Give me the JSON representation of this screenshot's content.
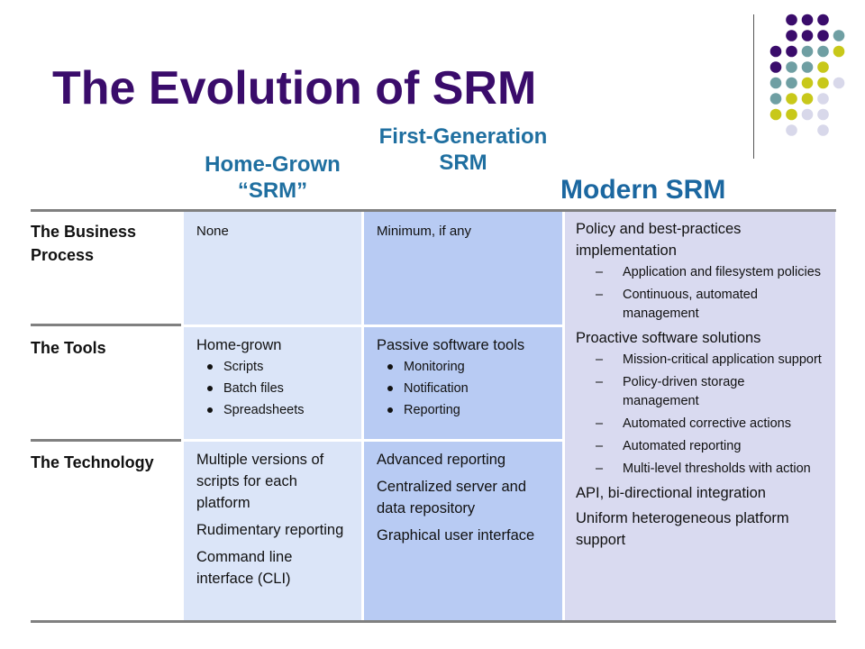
{
  "title": "The Evolution of SRM",
  "columns": {
    "home": "Home-Grown “SRM”",
    "first": "First-Generation SRM",
    "modern": "Modern SRM"
  },
  "rows": {
    "business": "The Business Process",
    "tools": "The Tools",
    "technology": "The Technology"
  },
  "cells": {
    "business_home": "None",
    "business_first": "Minimum, if any",
    "tools_home": "Home-grown",
    "tools_home_items": [
      "Scripts",
      "Batch files",
      "Spreadsheets"
    ],
    "tools_first": "Passive software tools",
    "tools_first_items": [
      "Monitoring",
      "Notification",
      "Reporting"
    ],
    "tech_home": [
      "Multiple versions of scripts for each platform",
      "Rudimentary reporting",
      "Command line interface (CLI)"
    ],
    "tech_first": [
      "Advanced reporting",
      "Centralized server and data repository",
      "Graphical user interface"
    ]
  },
  "modern": {
    "p1": "Policy and best-practices implementation",
    "p1_subs": [
      "Application and filesystem policies",
      "Continuous, automated management"
    ],
    "p2": "Proactive software solutions",
    "p2_subs": [
      "Mission-critical application support",
      "Policy-driven storage management",
      "Automated corrective actions",
      "Automated reporting",
      "Multi-level thresholds with action"
    ],
    "p3": "API, bi-directional integration",
    "p4": "Uniform heterogeneous platform support",
    "dash": "–"
  },
  "colors": {
    "purple": "#3a0c6b",
    "teal": "#6f9fa3",
    "olive": "#c8c81a",
    "lavender": "#d8d8ea"
  }
}
